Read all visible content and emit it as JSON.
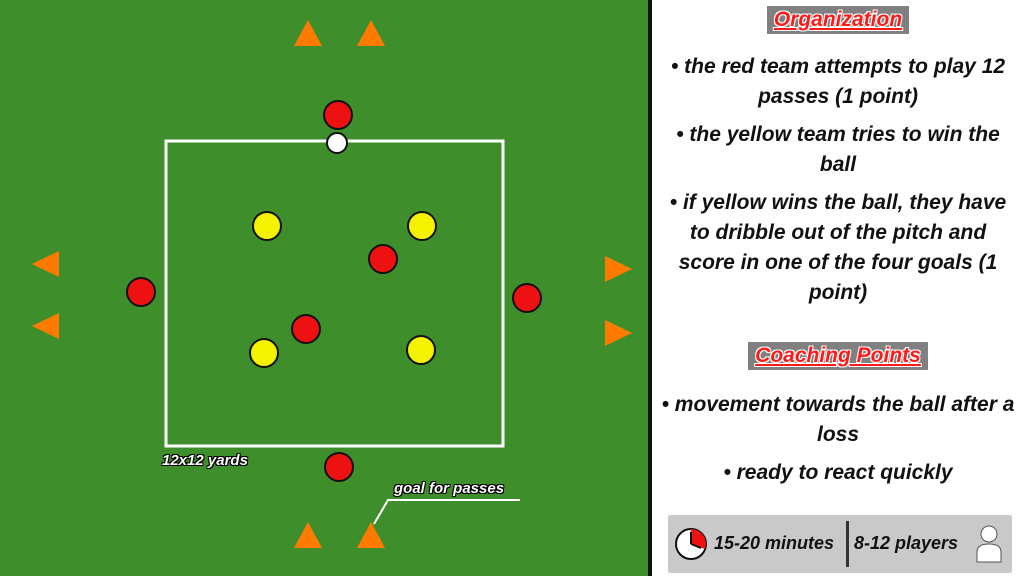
{
  "diagram": {
    "field_size_label": "12x12 yards",
    "goal_label": "goal for passes",
    "colors": {
      "grass": "#3e8f2c",
      "red_team": "#ee1111",
      "yellow_team": "#f4f200",
      "ball": "#ffffff",
      "cone": "#ff7a00",
      "lines": "#ffffff"
    }
  },
  "panel": {
    "organization": {
      "title": "Organization",
      "bullets": [
        "• the red team attempts to play 12 passes (1 point)",
        "• the yellow team tries to win the ball",
        "• if yellow wins the ball, they have to dribble out of the pitch and score in one of the four goals (1 point)"
      ]
    },
    "coaching_points": {
      "title": "Coaching Points",
      "bullets": [
        "• movement towards the ball after a loss",
        "• ready to react quickly"
      ]
    },
    "footer": {
      "duration": "15-20 minutes",
      "players": "8-12 players",
      "clock_icon": "clock-icon",
      "person_icon": "person-icon"
    }
  }
}
